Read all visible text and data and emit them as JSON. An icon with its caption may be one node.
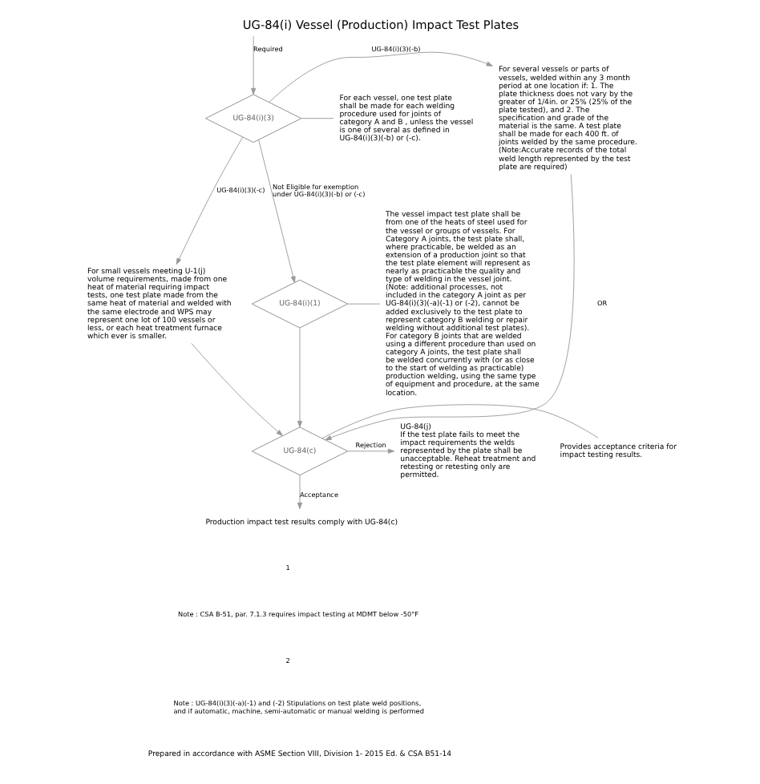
{
  "diagram": {
    "title": "UG-84(i) Vessel (Production) Impact Test Plates",
    "caption": "Prepared in accordance with ASME Section VIII, Division 1- 2015 Ed. & CSA B51-14",
    "nodes": [
      {
        "text": [
          "For several vessels or parts of vessels, welded within any 3 month period at one location if: 1. The plate thickness does not vary by the greater of 1/4in. or 25% (25% of the plate tested), and 2. The specification and grade of the material is the same. A test plate shall be made for each 400 ft. of joints welded by the same procedure. (Note:Accurate records of the total weld length represented by the test plate are required)"
        ]
      },
      {
        "text": [
          "UG-84(i)(3)"
        ]
      },
      {
        "text": [
          "For each vessel, one test plate shall be made for each welding procedure used for joints of category A and B , unless the vessel is one of several as defined in UG-84(i)(3)(-b) or (-c)."
        ]
      },
      {
        "text": [
          "For small vessels meeting U-1(j) volume requirements, made from one heat of material requiring impact tests, one test plate made from the same heat of material and welded with the same electrode and WPS may represent one lot of 100 vessels or less, or each heat treatment furnace which ever is smaller."
        ]
      },
      {
        "text": [
          "UG-84(i)(1)"
        ]
      },
      {
        "text": [
          "The vessel impact test plate shall be from one of the heats of steel used for the vessel or groups of vessels. For Category A joints, the test plate shall, where practicable, be welded as an extension of a production joint so that the test plate element will represent as nearly as practicable the quality and type of welding in the vessel joint. (Note: additional processes, not included in the category A joint as per UG-84(i)(3)(-a)(-1) or (-2), cannot be added exclusively to the test plate to represent category B welding or repair welding without additional test plates). For category B joints that are welded using a different procedure than used on category A joints, the test plate shall be welded concurrently with (or as close to the start of welding as practicable) production welding, using the same type of equipment and procedure, at the same location."
        ]
      },
      {
        "text": [
          "UG-84(j)",
          "If the test plate fails to meet the impact requirements the welds represented by the plate shall be unacceptable. Reheat treatment and retesting or retesting only are permitted."
        ]
      },
      {
        "text": [
          "UG-84(c)"
        ]
      },
      {
        "text": [
          "Provides acceptance criteria for impact testing results."
        ]
      },
      {
        "text": [
          "Production impact test results comply with UG-84(c)"
        ]
      }
    ],
    "edges": [
      {
        "from": null,
        "to": 1,
        "arrow": "to",
        "label": "Required"
      },
      {
        "from": 1,
        "to": 0,
        "arrow": "to",
        "label": "UG-84(i)(3)(-b)"
      },
      {
        "from": 1,
        "to": 2,
        "arrow": "none"
      },
      {
        "from": 1,
        "to": 3,
        "arrow": "to",
        "label": "UG-84(i)(3)(-c)"
      },
      {
        "from": 1,
        "to": 4,
        "arrow": "to",
        "label": "Not Eligible for exemption under UG-84(i)(3)(-b) or (-c)"
      },
      {
        "from": 4,
        "to": 5,
        "arrow": "none"
      },
      {
        "from": 0,
        "to": 7,
        "arrow": "to"
      },
      {
        "from": 3,
        "to": 7,
        "arrow": "to"
      },
      {
        "from": 4,
        "to": 7,
        "arrow": "to"
      },
      {
        "from": 7,
        "to": 6,
        "arrow": "to",
        "label": "Rejection"
      },
      {
        "from": 7,
        "to": 8,
        "arrow": "none"
      },
      {
        "from": 7,
        "to": 9,
        "arrow": "to",
        "label": "Acceptance"
      }
    ],
    "labels": [
      "OR",
      "1",
      "Note : CSA B-51, par. 7.1.3 requires impact testing at MDMT below -50°F",
      "2",
      "Note : UG-84(i)(3)(-a)(-1) and (-2) Stipulations on test plate weld positions, and if automatic, machine, semi-automatic or manual welding is performed"
    ]
  }
}
